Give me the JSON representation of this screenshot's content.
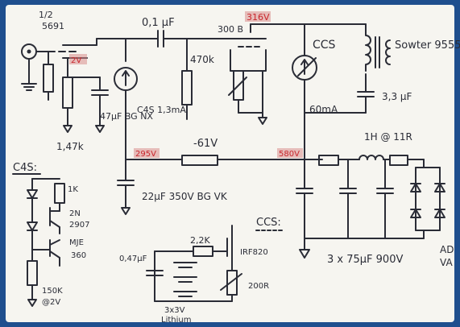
{
  "labels": {
    "tube_type_fraction": "1/2",
    "tube_type": "5691",
    "cathode_voltage": "2V",
    "coupling_cap": "0,1 μF",
    "grid_resistor": "470k",
    "grid_bias": "-61V",
    "output_tube": "300 B",
    "plate_voltage": "316V",
    "ccs_top": "CCS",
    "ccs_current": "60mA",
    "transformer": "Sowter 9555",
    "transformer_cap": "3,3 μF",
    "cathode_cap": "47μF BG NX",
    "c4s_label": "C4S 1,3mA",
    "cathode_resistor": "1,47k",
    "node_295": "295V",
    "node_580": "580V",
    "choke": "1H @ 11R",
    "bypass_cap": "22μF 350V BG VK",
    "psu_caps": "3 x 75μF 900V",
    "c4s_title": "C4S:",
    "c4s_r1": "1K",
    "c4s_q1_a": "2N",
    "c4s_q1_b": "2907",
    "c4s_q2_a": "MJE",
    "c4s_q2_b": "360",
    "c4s_r2": "150K",
    "c4s_v": "@2V",
    "ccs_title": "CCS:",
    "ccs_r": "2,2K",
    "ccs_fet": "IRF820",
    "ccs_cap": "0,47μF",
    "ccs_pot": "200R",
    "ccs_batt_a": "3x3V",
    "ccs_batt_b": "Lithium",
    "edge_a": "AD",
    "edge_b": "VA"
  }
}
